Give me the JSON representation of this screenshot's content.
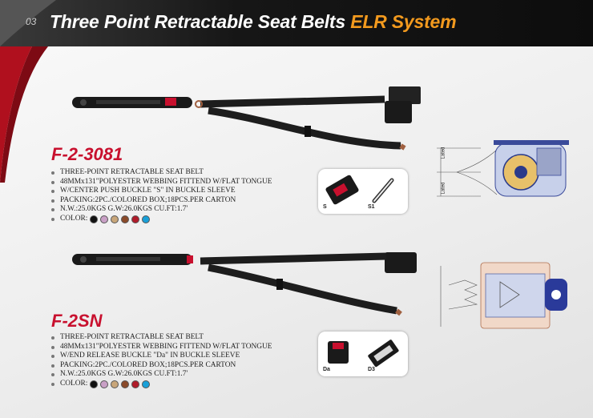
{
  "header": {
    "page_number": "03",
    "title_main": "Three Point Retractable Seat Belts",
    "title_accent": "ELR System"
  },
  "products": [
    {
      "model": "F-2-3081",
      "specs": [
        "THREE-POINT RETRACTABLE SEAT BELT",
        "48MMx131\"POLYESTER WEBBING FITTEND W/FLAT TONGUE",
        "W/CENTER PUSH BUCKLE \"S\" IN BUCKLE SLEEVE",
        "PACKING:2PC./COLORED BOX;18PCS.PER CARTON",
        "N.W.:25.0KGS  G.W:26.0KGS  CU.FT:1.7'"
      ],
      "color_label": "COLOR:",
      "colors": [
        "#111111",
        "#c9a0c6",
        "#c8a67a",
        "#8a4a2a",
        "#b01c2a",
        "#1aa0d8"
      ],
      "parts": [
        "S",
        "S1"
      ]
    },
    {
      "model": "F-2SN",
      "specs": [
        "THREE-POINT RETRACTABLE SEAT BELT",
        "48MMx131\"POLYESTER WEBBING FITTEND W/FLAT TONGUE",
        "W/END RELEASE BUCKLE \"Da\" IN BUCKLE SLEEVE",
        "PACKING:2PC./COLORED BOX;18PCS.PER CARTON",
        "N.W.:25.0KGS  G.W:26.0KGS  CU.FT:1.7'"
      ],
      "color_label": "COLOR:",
      "colors": [
        "#111111",
        "#c9a0c6",
        "#c8a67a",
        "#8a4a2a",
        "#b01c2a",
        "#1aa0d8"
      ],
      "parts": [
        "Da",
        "D3"
      ]
    }
  ],
  "diagram_labels": [
    "Lated",
    "Lated"
  ]
}
